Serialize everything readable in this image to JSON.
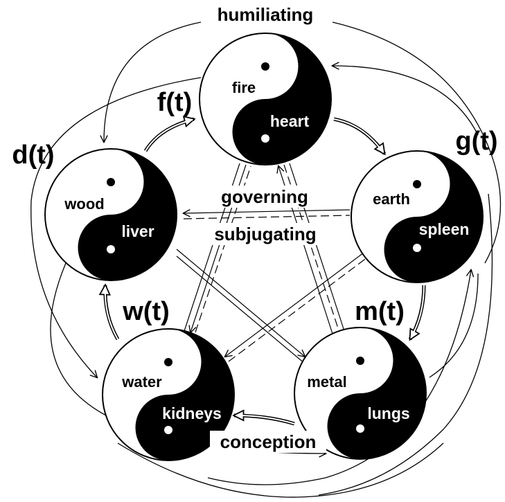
{
  "elements": [
    {
      "id": "fire",
      "element": "fire",
      "organ": "heart",
      "function": "f(t)"
    },
    {
      "id": "earth",
      "element": "earth",
      "organ": "spleen",
      "function": "g(t)"
    },
    {
      "id": "metal",
      "element": "metal",
      "organ": "lungs",
      "function": "m(t)"
    },
    {
      "id": "water",
      "element": "water",
      "organ": "kidneys",
      "function": "w(t)"
    },
    {
      "id": "wood",
      "element": "wood",
      "organ": "liver",
      "function": "d(t)"
    }
  ],
  "relations": {
    "humiliating": "humiliating",
    "governing": "governing",
    "subjugating": "subjugating",
    "conception": "conception"
  },
  "colors": {
    "ink": "#000000",
    "paper": "#ffffff"
  }
}
